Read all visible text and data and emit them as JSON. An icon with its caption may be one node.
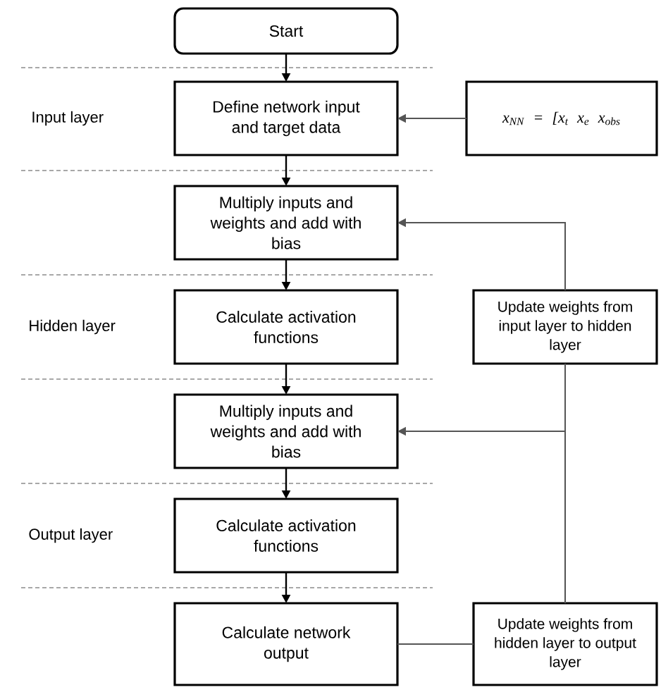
{
  "diagram": {
    "nodes": [
      {
        "text": [
          "Start"
        ]
      },
      {
        "text": [
          "Define network input and target data"
        ]
      },
      {
        "text": [
          "x$_{NN}$ = [x$_{t}$ x$_{e}$ x$_{obs}$"
        ]
      },
      {
        "text": [
          "Multiply inputs and weights and add with bias"
        ]
      },
      {
        "text": [
          "Calculate activation functions"
        ]
      },
      {
        "text": [
          "Update weights from input layer to hidden layer"
        ]
      },
      {
        "text": [
          "Multiply inputs and weights and add with bias"
        ]
      },
      {
        "text": [
          "Calculate activation functions"
        ]
      },
      {
        "text": [
          "Calculate network output"
        ]
      },
      {
        "text": [
          "Update weights from hidden layer to output layer"
        ]
      }
    ],
    "edges": [
      {
        "from": 0,
        "to": 1,
        "arrow": "to"
      },
      {
        "from": 2,
        "to": 1,
        "arrow": "to",
        "color": "#555555"
      },
      {
        "from": 1,
        "to": 3,
        "arrow": "to"
      },
      {
        "from": 5,
        "to": 3,
        "arrow": "to",
        "color": "#555555"
      },
      {
        "from": 3,
        "to": 4,
        "arrow": "to"
      },
      {
        "from": 4,
        "to": 6,
        "arrow": "to"
      },
      {
        "from": 9,
        "to": 6,
        "arrow": "to",
        "color": "#555555"
      },
      {
        "from": 9,
        "to": 5,
        "arrow": "none",
        "color": "#555555"
      },
      {
        "from": 6,
        "to": 7,
        "arrow": "to"
      },
      {
        "from": 7,
        "to": 8,
        "arrow": "to"
      },
      {
        "from": 8,
        "to": 9,
        "arrow": "none",
        "color": "#555555"
      }
    ],
    "labels": [
      "Input layer",
      "Hidden layer",
      "Output layer"
    ]
  }
}
